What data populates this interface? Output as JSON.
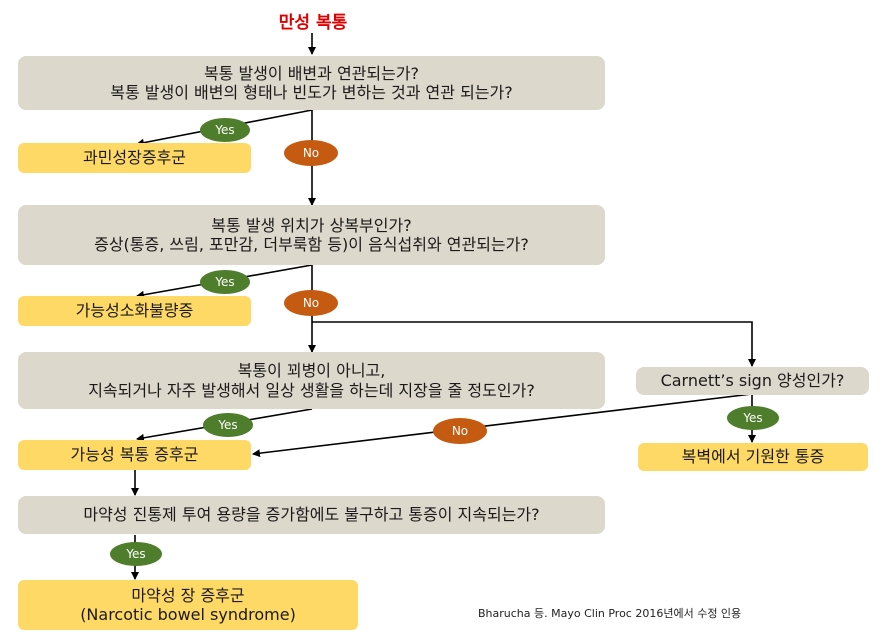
{
  "title": "만성 복통",
  "nodes": {
    "q1_line1": "복통 발생이 배변과 연관되는가?",
    "q1_line2": "복통 발생이 배변의 형태나 빈도가 변하는 것과 연관 되는가?",
    "a1": "과민성장증후군",
    "q2_line1": "복통 발생 위치가 상복부인가?",
    "q2_line2": "증상(통증, 쓰림, 포만감, 더부룩함 등)이 음식섭취와 연관되는가?",
    "a2": "가능성소화불량증",
    "q3_line1": "복통이 꾀병이 아니고,",
    "q3_line2": "지속되거나 자주 발생해서 일상 생활을 하는데 지장을 줄 정도인가?",
    "q4": "Carnett’s sign 양성인가?",
    "a3": "가능성 복통 증후군",
    "a4": "복벽에서 기원한 통증",
    "q5": "마약성 진통제 투여 용량을 증가함에도 불구하고 통증이 지속되는가?",
    "a5_line1": "마약성 장 증후군",
    "a5_line2": "(Narcotic bowel syndrome)"
  },
  "labels": {
    "yes": "Yes",
    "no": "No"
  },
  "citation": "Bharucha 등. Mayo Clin Proc  2016년에서 수정 인용"
}
